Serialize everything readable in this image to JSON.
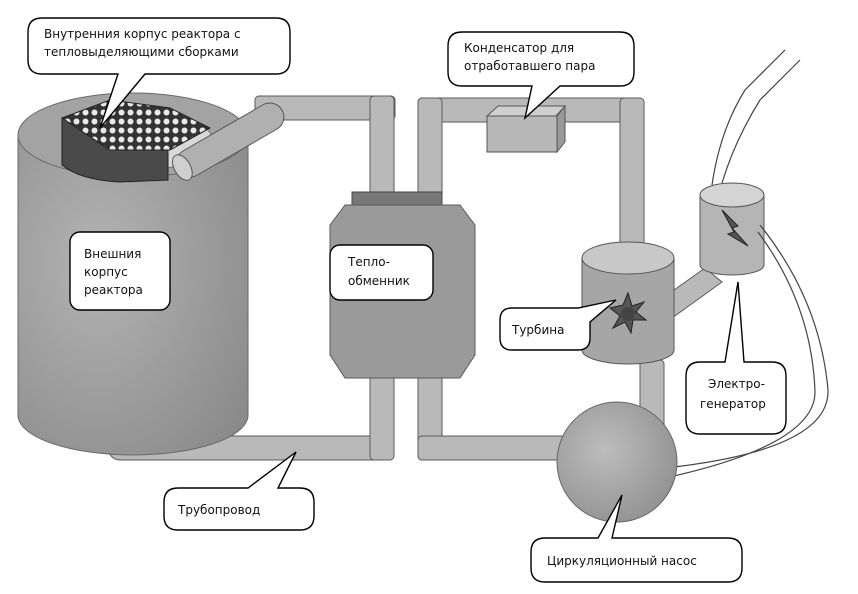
{
  "labels": {
    "inner_core": [
      "Внутренния корпус реактора с",
      "тепловыделяющими сборками"
    ],
    "outer_vessel": [
      "Внешния",
      "корпус",
      "реактора"
    ],
    "heat_exchanger": [
      "Тепло-",
      "обменник"
    ],
    "condenser": [
      "Конденсатор для",
      "отработавшего пара"
    ],
    "turbine": "Турбина",
    "generator": [
      "Электро-",
      "генератор"
    ],
    "pipeline": "Трубопровод",
    "pump": "Циркуляционный насос"
  },
  "colors": {
    "vessel": "#9a9a9a",
    "pipe": "#b9b9b9",
    "outline": "#000000",
    "background": "#ffffff"
  },
  "icons": {
    "turbine_symbol": "star-burst-icon",
    "generator_symbol": "lightning-icon"
  }
}
